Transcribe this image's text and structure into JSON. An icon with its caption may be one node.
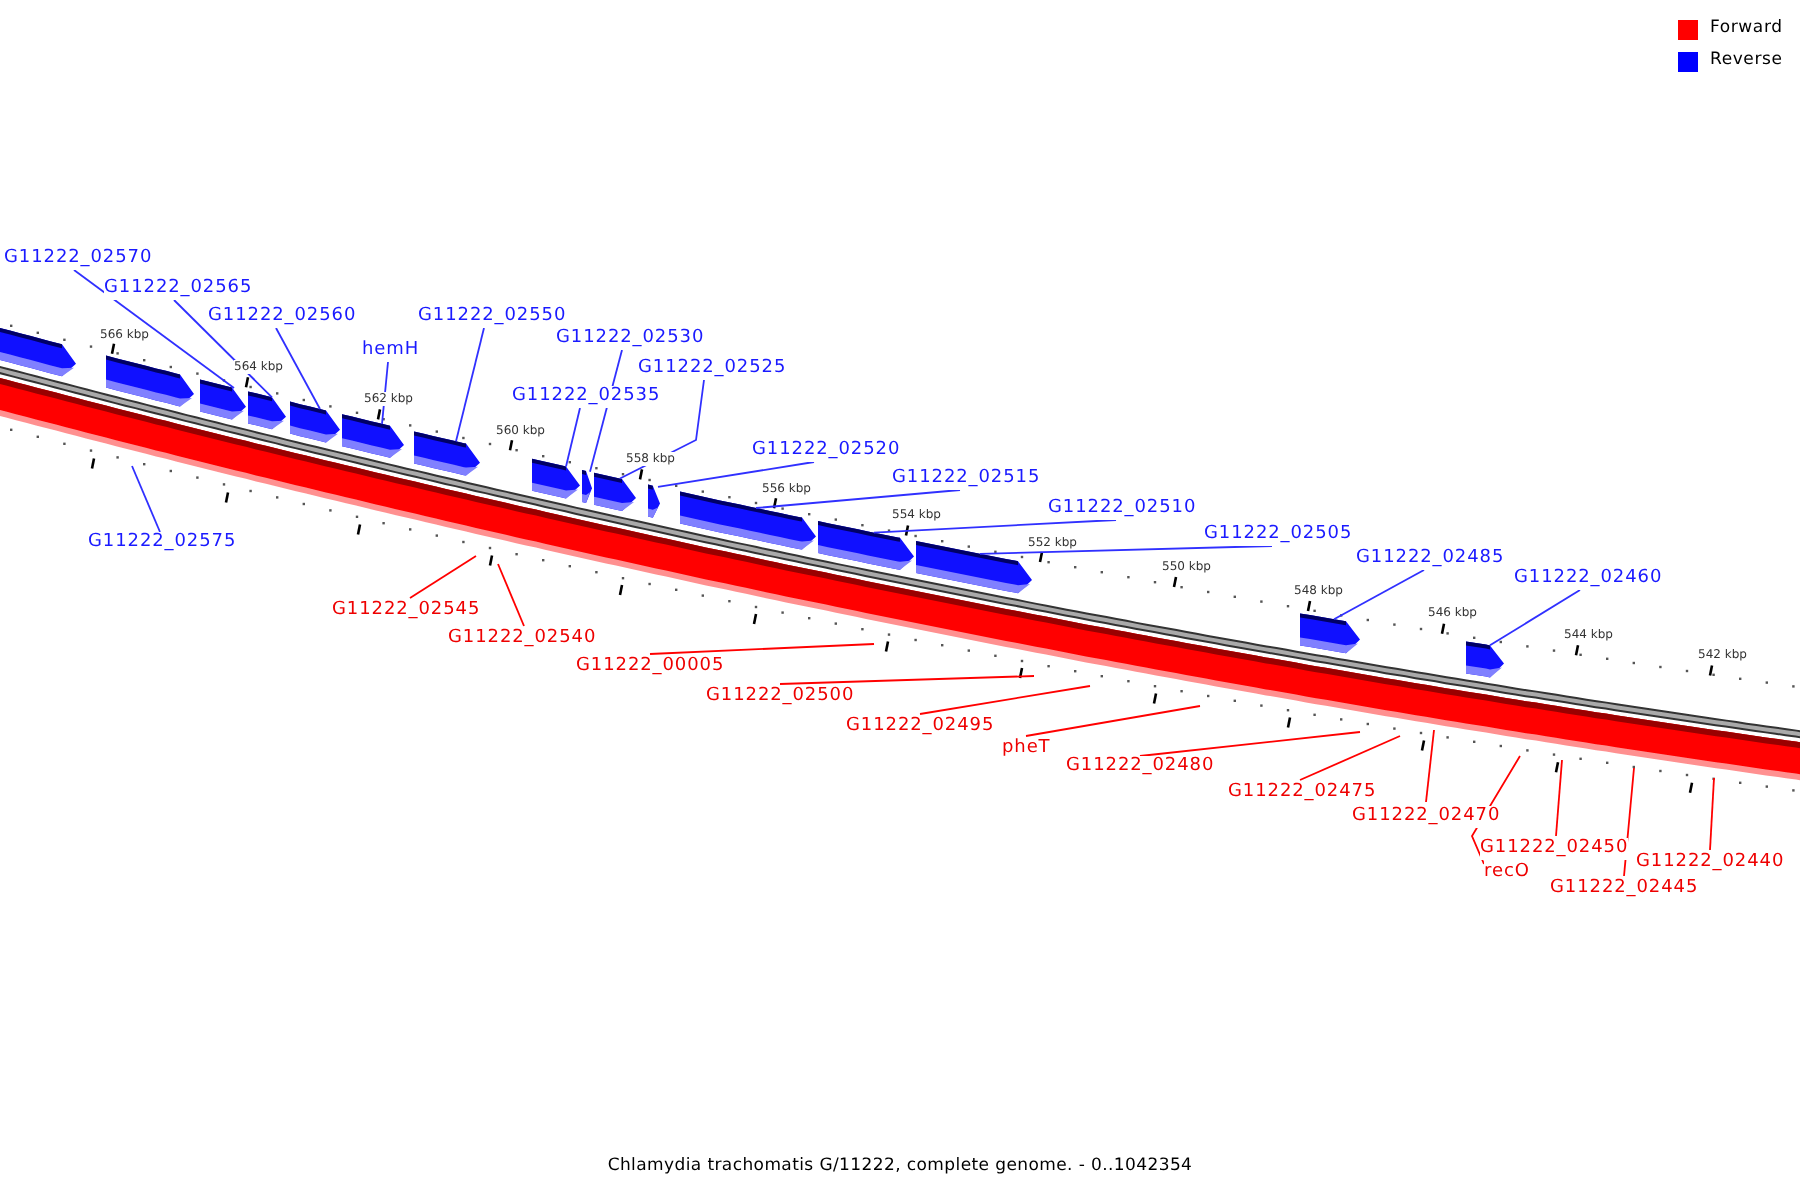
{
  "diagram": {
    "caption": "Chlamydia trachomatis G/11222, complete genome. - 0..1042354",
    "nodes": [
      {
        "text": [
          "G11222_02570"
        ]
      },
      {
        "text": [
          "G11222_02565"
        ]
      },
      {
        "text": [
          "G11222_02560"
        ]
      },
      {
        "text": [
          "hemH"
        ]
      },
      {
        "text": [
          "G11222_02550"
        ]
      },
      {
        "text": [
          "G11222_02530"
        ]
      },
      {
        "text": [
          "G11222_02525"
        ]
      },
      {
        "text": [
          "G11222_02535"
        ]
      },
      {
        "text": [
          "G11222_02520"
        ]
      },
      {
        "text": [
          "G11222_02515"
        ]
      },
      {
        "text": [
          "G11222_02510"
        ]
      },
      {
        "text": [
          "G11222_02505"
        ]
      },
      {
        "text": [
          "G11222_02485"
        ]
      },
      {
        "text": [
          "G11222_02460"
        ]
      },
      {
        "text": [
          "G11222_02575"
        ]
      },
      {
        "text": [],
        "shape": "arrow"
      },
      {
        "text": [],
        "shape": "arrow"
      },
      {
        "text": [],
        "shape": "arrow"
      },
      {
        "text": [],
        "shape": "arrow"
      },
      {
        "text": [],
        "shape": "arrow"
      },
      {
        "text": [],
        "shape": "arrow"
      },
      {
        "text": [],
        "shape": "arrow"
      },
      {
        "text": [],
        "shape": "arrow"
      },
      {
        "text": [],
        "shape": "arrow"
      },
      {
        "text": [],
        "shape": "arrow"
      },
      {
        "text": [],
        "shape": "arrow"
      },
      {
        "text": [],
        "shape": "arrow"
      },
      {
        "text": [],
        "shape": "arrow"
      },
      {
        "text": [],
        "shape": "arrow"
      },
      {
        "text": [],
        "shape": "arrow"
      },
      {
        "text": [],
        "shape": "arrow"
      },
      {
        "text": [
          "G11222_02545"
        ]
      },
      {
        "text": [
          "G11222_02540"
        ]
      },
      {
        "text": [
          "G11222_00005"
        ]
      },
      {
        "text": [
          "G11222_02500"
        ]
      },
      {
        "text": [
          "G11222_02495"
        ]
      },
      {
        "text": [
          "pheT"
        ]
      },
      {
        "text": [
          "G11222_02480"
        ]
      },
      {
        "text": [
          "G11222_02475"
        ]
      },
      {
        "text": [
          "G11222_02470"
        ]
      },
      {
        "text": [
          "G11222_02450"
        ]
      },
      {
        "text": [
          "recO"
        ]
      },
      {
        "text": [
          "G11222_02445"
        ]
      },
      {
        "text": [
          "G11222_02440"
        ]
      }
    ],
    "edges": [
      {
        "from": 0,
        "to": 17,
        "arrow": "none",
        "color": "#3030ff"
      },
      {
        "from": 1,
        "to": 18,
        "arrow": "none",
        "color": "#3030ff"
      },
      {
        "from": 2,
        "to": 19,
        "arrow": "none",
        "color": "#3030ff"
      },
      {
        "from": 3,
        "to": 20,
        "arrow": "none",
        "color": "#3030ff"
      },
      {
        "from": 4,
        "to": 21,
        "arrow": "none",
        "color": "#3030ff"
      },
      {
        "from": 5,
        "to": 23,
        "arrow": "none",
        "color": "#3030ff"
      },
      {
        "from": 6,
        "to": 24,
        "arrow": "none",
        "color": "#3030ff"
      },
      {
        "from": 7,
        "to": 22,
        "arrow": "none",
        "color": "#3030ff"
      },
      {
        "from": 8,
        "to": 25,
        "arrow": "none",
        "color": "#3030ff"
      },
      {
        "from": 9,
        "to": 26,
        "arrow": "none",
        "color": "#3030ff"
      },
      {
        "from": 10,
        "to": 27,
        "arrow": "none",
        "color": "#3030ff"
      },
      {
        "from": 11,
        "to": 28,
        "arrow": "none",
        "color": "#3030ff"
      },
      {
        "from": 12,
        "to": 29,
        "arrow": "none",
        "color": "#3030ff"
      },
      {
        "from": 13,
        "to": 30,
        "arrow": "none",
        "color": "#3030ff"
      },
      {
        "from": 14,
        "to": null,
        "arrow": "none",
        "color": "#3030ff"
      },
      {
        "from": 31,
        "to": null,
        "arrow": "none",
        "color": "#ff0000"
      },
      {
        "from": 32,
        "to": null,
        "arrow": "none",
        "color": "#ff0000"
      },
      {
        "from": 33,
        "to": null,
        "arrow": "none",
        "color": "#ff0000"
      },
      {
        "from": 34,
        "to": null,
        "arrow": "none",
        "color": "#ff0000"
      },
      {
        "from": 35,
        "to": null,
        "arrow": "none",
        "color": "#ff0000"
      },
      {
        "from": 36,
        "to": null,
        "arrow": "none",
        "color": "#ff0000"
      },
      {
        "from": 37,
        "to": null,
        "arrow": "none",
        "color": "#ff0000"
      },
      {
        "from": 38,
        "to": null,
        "arrow": "none",
        "color": "#ff0000"
      },
      {
        "from": 39,
        "to": null,
        "arrow": "none",
        "color": "#ff0000"
      },
      {
        "from": 40,
        "to": null,
        "arrow": "none",
        "color": "#ff0000"
      },
      {
        "from": 41,
        "to": null,
        "arrow": "none",
        "color": "#ff0000"
      },
      {
        "from": 42,
        "to": null,
        "arrow": "none",
        "color": "#ff0000"
      },
      {
        "from": 43,
        "to": null,
        "arrow": "none",
        "color": "#ff0000"
      }
    ],
    "labels": [
      "566 kbp",
      "564 kbp",
      "562 kbp",
      "560 kbp",
      "558 kbp",
      "556 kbp",
      "554 kbp",
      "552 kbp",
      "550 kbp",
      "548 kbp",
      "546 kbp",
      "544 kbp",
      "542 kbp"
    ],
    "legend": [
      {
        "text": "Forward",
        "color": "#ff0000"
      },
      {
        "text": "Reverse",
        "color": "#0000ff"
      }
    ]
  }
}
